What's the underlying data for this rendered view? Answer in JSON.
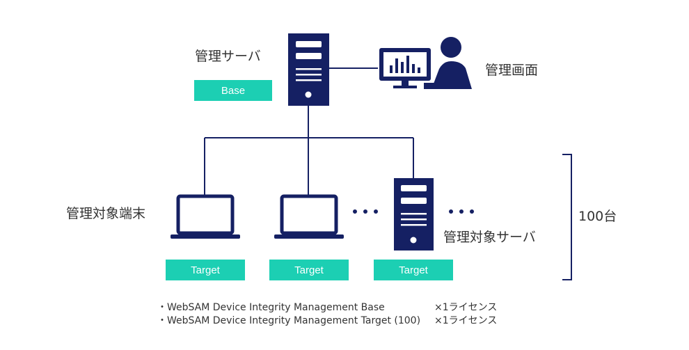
{
  "labels": {
    "management_server": "管理サーバ",
    "management_screen": "管理画面",
    "managed_terminals": "管理対象端末",
    "managed_servers": "管理対象サーバ",
    "count": "100台"
  },
  "badges": {
    "base": "Base",
    "target_1": "Target",
    "target_2": "Target",
    "target_3": "Target"
  },
  "notes": [
    {
      "text": "・WebSAM Device Integrity Management Base",
      "qty": "×1ライセンス"
    },
    {
      "text": "・WebSAM Device Integrity Management Target (100)",
      "qty": "×1ライセンス"
    }
  ],
  "colors": {
    "navy": "#152063",
    "teal": "#1ccfb3",
    "text": "#333333"
  }
}
